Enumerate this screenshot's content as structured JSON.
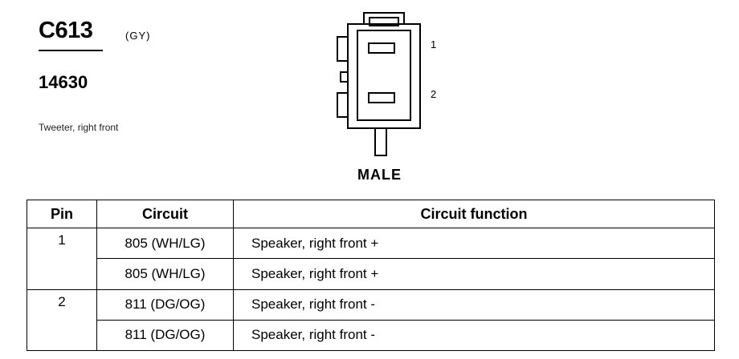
{
  "header": {
    "connector_id": "C613",
    "color_code": "(GY)",
    "part_number": "14630",
    "description": "Tweeter, right front"
  },
  "diagram": {
    "pin_labels": [
      "1",
      "2"
    ],
    "gender": "MALE"
  },
  "table": {
    "headers": {
      "pin": "Pin",
      "circuit": "Circuit",
      "function": "Circuit function"
    },
    "rows": [
      {
        "pin": "1",
        "circuit": "805 (WH/LG)",
        "function": "Speaker, right front +"
      },
      {
        "pin": "",
        "circuit": "805 (WH/LG)",
        "function": "Speaker, right front +"
      },
      {
        "pin": "2",
        "circuit": "811 (DG/OG)",
        "function": "Speaker, right front -"
      },
      {
        "pin": "",
        "circuit": "811 (DG/OG)",
        "function": "Speaker, right front -"
      }
    ]
  }
}
